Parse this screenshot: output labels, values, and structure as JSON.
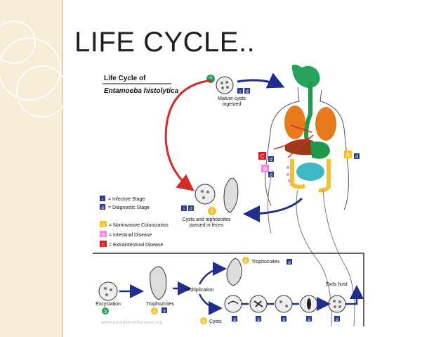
{
  "slide": {
    "title": "LIFE CYCLE.."
  },
  "diagram": {
    "heading_line1": "Life Cycle of",
    "heading_line2": "Entamoeba histolytica",
    "steps": {
      "s1_number": "1",
      "s1_caption_line1": "Cysts and tophozoites",
      "s1_caption_line2": "passed in feces",
      "s2_number": "2",
      "s2_caption_line1": "Mature cysts",
      "s2_caption_line2": "ingested",
      "s3_number": "3",
      "s3_caption": "Excystation",
      "s4_number": "4",
      "s4_caption": "Trophozoites",
      "s5_number": "5",
      "s5_caption": "Cysts",
      "trophozoites_label": "Trophozoites",
      "multiplication": "Multiplication",
      "exits_host": "Exits host"
    },
    "badges": {
      "infective": "i",
      "diagnostic": "d",
      "A": "A",
      "B": "B",
      "C": "C"
    },
    "legend": [
      {
        "key": "i",
        "text": "= Infective Stage",
        "color": "#2b3a8f"
      },
      {
        "key": "d",
        "text": "= Diagnostic Stage",
        "color": "#2b3a8f"
      },
      {
        "key": "A",
        "text": "= Noninvasive Colonization",
        "color": "#f2c230"
      },
      {
        "key": "B",
        "text": "= Intestinal Disease",
        "color": "#f08ad6"
      },
      {
        "key": "C",
        "text": "= Extraintestinal Disease",
        "color": "#d21f26"
      }
    ],
    "watermark": "www.parasitesinhumans.org"
  },
  "colors": {
    "arrow_blue": "#1f2e8c",
    "arrow_red": "#d42a2a",
    "lung": "#e87a1e",
    "liver": "#9a3b17",
    "stomach": "#1f9a4a",
    "intestine": "#3fb8c6",
    "colon": "#f2c230",
    "head": "#27a35c"
  }
}
